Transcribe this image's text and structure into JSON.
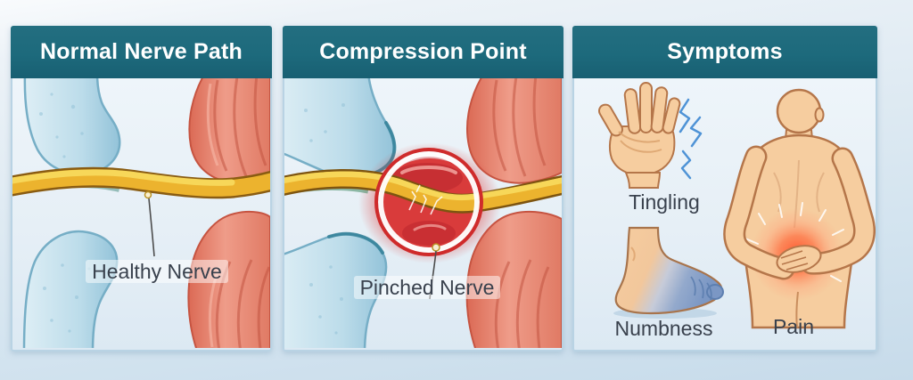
{
  "infographic": {
    "panels": [
      {
        "id": "normal",
        "title": "Normal Nerve Path",
        "annotation": "Healthy Nerve",
        "illustration": "bone joint with healthy yellow nerve passing between bone and muscle"
      },
      {
        "id": "compression",
        "title": "Compression Point",
        "annotation": "Pinched Nerve",
        "illustration": "nerve compressed between bone and muscle with red inflammation highlighted by red circle"
      },
      {
        "id": "symptoms",
        "title": "Symptoms",
        "symptoms": [
          {
            "label": "Tingling",
            "icon": "hand-with-spark-lines-icon"
          },
          {
            "label": "Numbness",
            "icon": "numb-foot-icon"
          },
          {
            "label": "Pain",
            "icon": "figure-holding-lower-back-icon"
          }
        ]
      }
    ]
  },
  "colors": {
    "header_teal": "#1d6a7c",
    "header_text": "#ffffff",
    "panel_background": "#e8f1f7",
    "panel_border": "#b9d3e4",
    "page_background_top": "#f9fbfd",
    "page_background_bottom": "#c7dbea",
    "label_text": "#39414d",
    "nerve_yellow": "#ecb32e",
    "nerve_outline": "#8a5c12",
    "bone_blue": "#bcdcea",
    "muscle_red": "#e8897a",
    "inflammation_red": "#d93b3b",
    "highlight_circle_red": "#cf2b2b",
    "tingling_blue": "#4f93d6",
    "numbness_blue": "#7b97c4",
    "pain_glow_red": "#ff4f28",
    "skin": "#f6cd9f"
  }
}
